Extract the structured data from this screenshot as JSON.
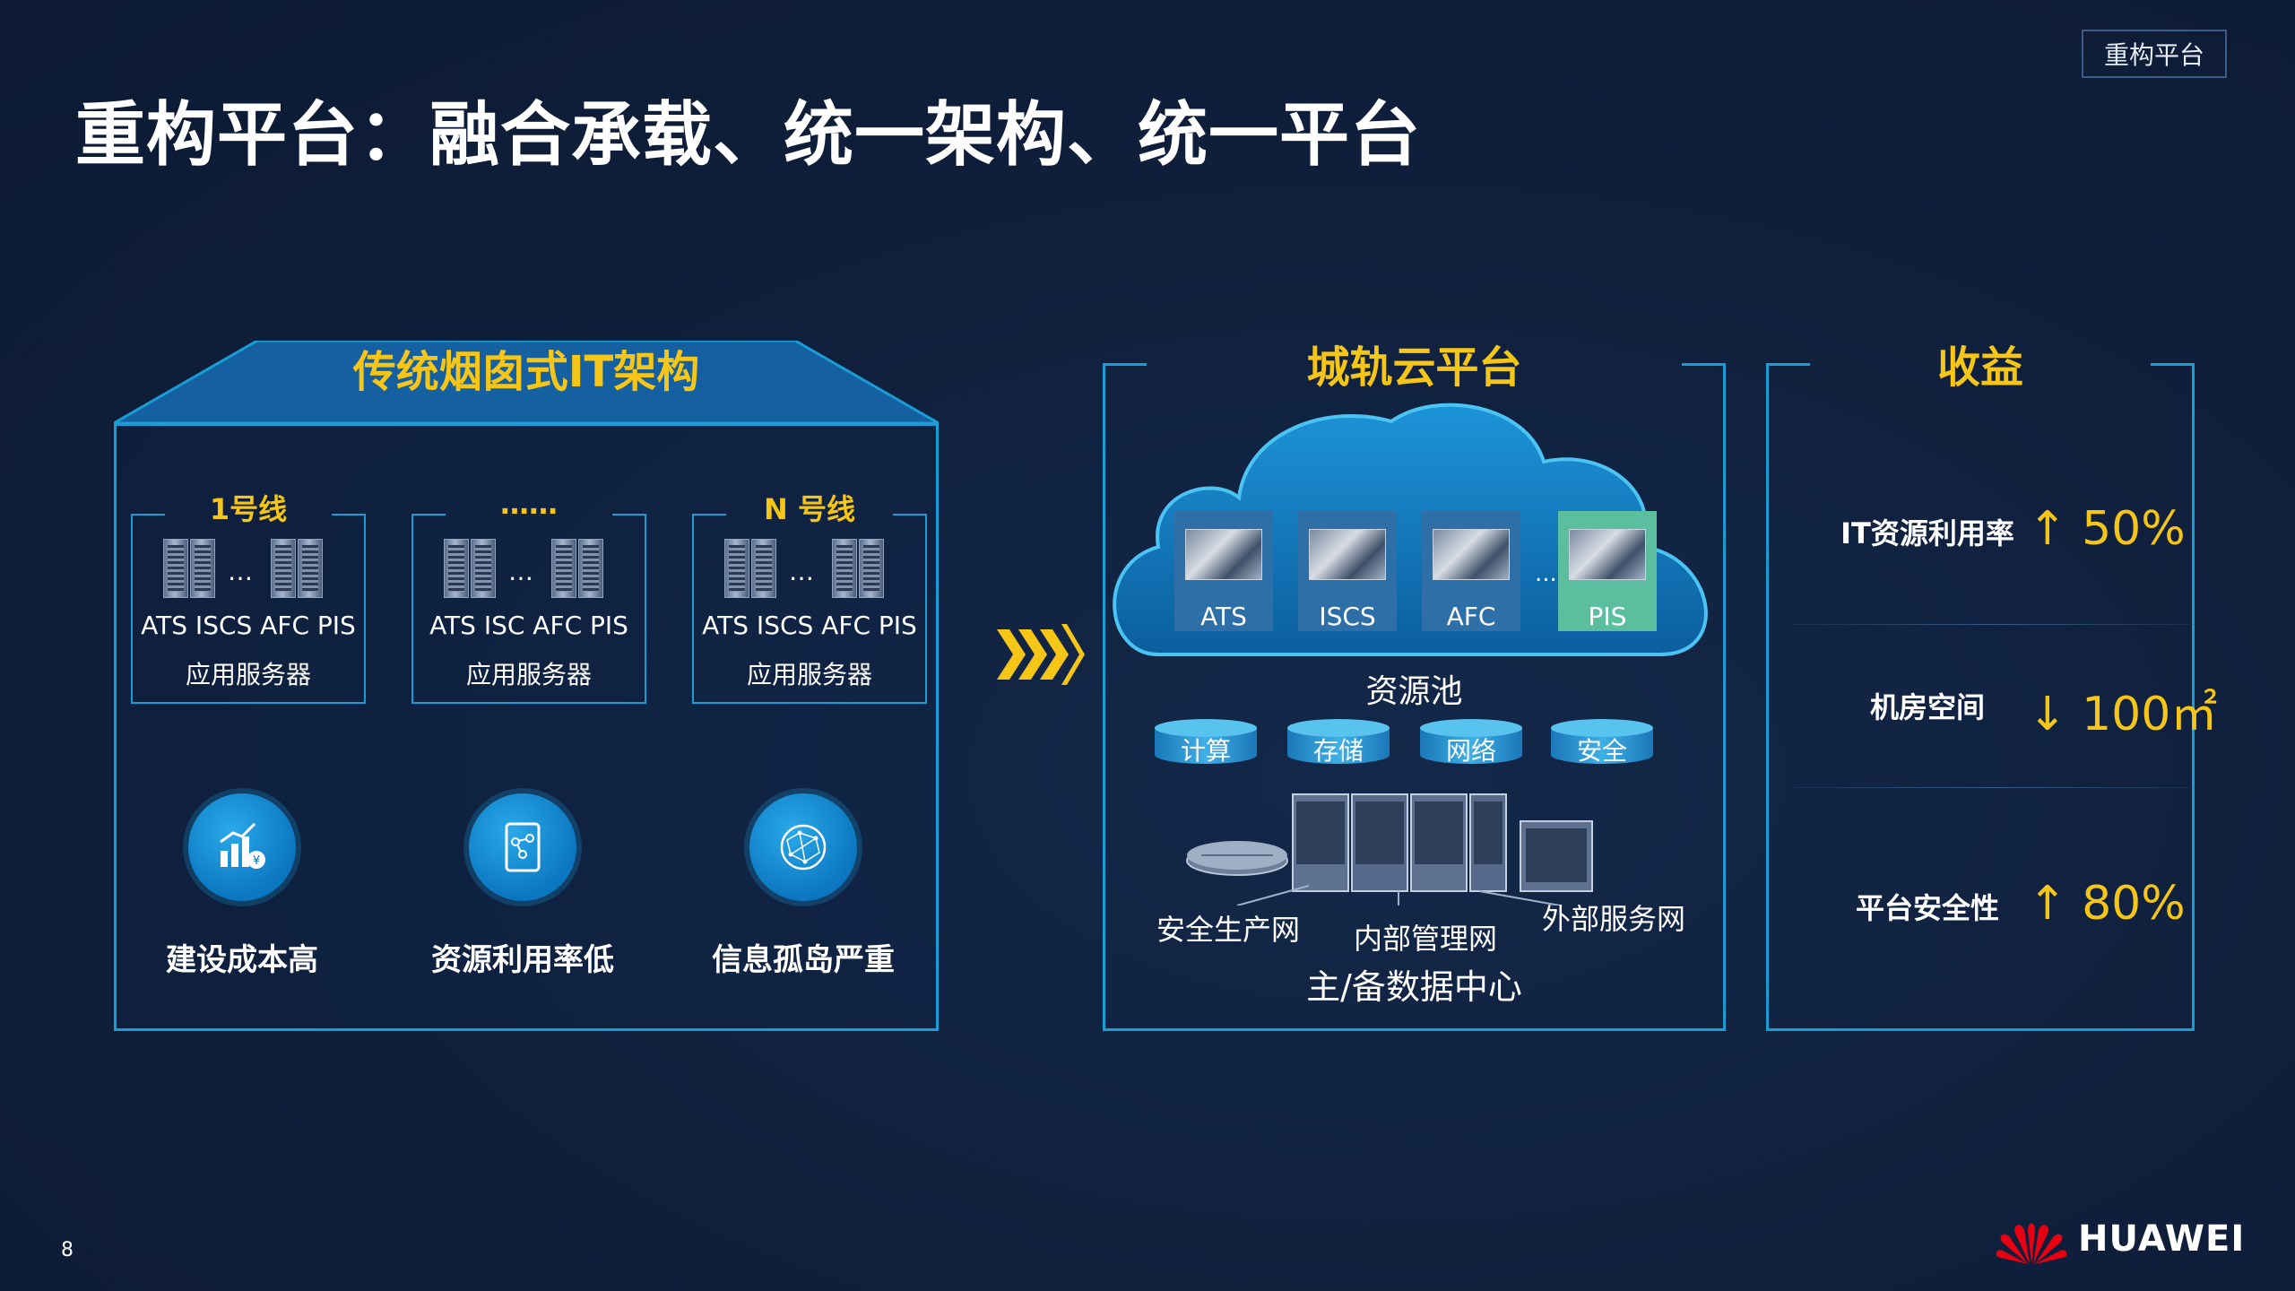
{
  "header": {
    "tag": "重构平台",
    "title": "重构平台：融合承载、统一架构、统一平台"
  },
  "left": {
    "title": "传统烟囱式IT架构",
    "lines": [
      {
        "title": "1号线",
        "systems": "ATS  ISCS  AFC  PIS",
        "server_label": "应用服务器"
      },
      {
        "title": "……",
        "systems": "ATS   ISC    AFC PIS",
        "server_label": "应用服务器"
      },
      {
        "title": "N 号线",
        "systems": "ATS  ISCS  AFC  PIS",
        "server_label": "应用服务器"
      }
    ],
    "problems": [
      {
        "label": "建设成本高",
        "icon": "cost-chart-icon"
      },
      {
        "label": "资源利用率低",
        "icon": "tablet-flow-icon"
      },
      {
        "label": "信息孤岛严重",
        "icon": "network-globe-icon"
      }
    ]
  },
  "middle": {
    "title": "城轨云平台",
    "systems": [
      "ATS",
      "ISCS",
      "AFC",
      "PIS"
    ],
    "systems_ellipsis": "...",
    "pool_label": "资源池",
    "resources": [
      "计算",
      "存储",
      "网络",
      "安全"
    ],
    "networks": {
      "safety": "安全生产网",
      "internal": "内部管理网",
      "external": "外部服务网"
    },
    "dc_title": "主/备数据中心"
  },
  "right": {
    "title": "收益",
    "metrics": [
      {
        "label": "IT资源利用率",
        "value": "↑ 50%"
      },
      {
        "label": "机房空间",
        "value": "↓ 100㎡"
      },
      {
        "label": "平台安全性",
        "value": "↑ 80%"
      }
    ]
  },
  "footer": {
    "page_number": "8",
    "brand": "HUAWEI"
  },
  "colors": {
    "accent_yellow": "#f5c518",
    "frame_blue": "#1a9dd6",
    "background": "#0f1f3b",
    "huawei_red": "#e60012"
  }
}
